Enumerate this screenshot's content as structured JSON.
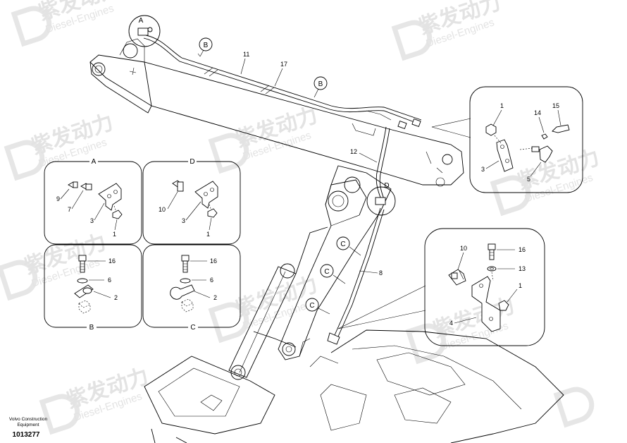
{
  "watermark": {
    "cn": "紫发动力",
    "en": "Diesel-Engines"
  },
  "brand": {
    "line1": "Volvo Construction",
    "line2": "Equipment"
  },
  "document_number": "1013277",
  "callouts": {
    "A": "A",
    "B": "B",
    "C": "C",
    "D": "D"
  },
  "part_numbers": {
    "p1": "1",
    "p2": "2",
    "p3": "3",
    "p4": "4",
    "p5": "5",
    "p6": "6",
    "p7": "7",
    "p8": "8",
    "p9": "9",
    "p10": "10",
    "p11": "11",
    "p12": "12",
    "p13": "13",
    "p14": "14",
    "p15": "15",
    "p16": "16",
    "p17": "17"
  }
}
